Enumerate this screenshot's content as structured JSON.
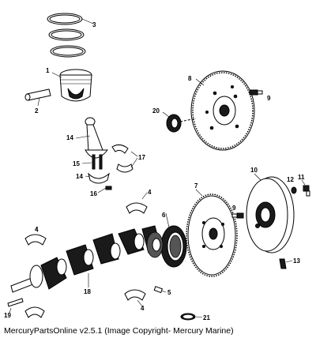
{
  "caption": "MercuryPartsOnline v2.5.1 (Image Copyright- Mercury Marine)",
  "callouts": {
    "c1": "1",
    "c2": "2",
    "c3": "3",
    "c4a": "4",
    "c4b": "4",
    "c4c": "4",
    "c5": "5",
    "c6": "6",
    "c7": "7",
    "c8": "8",
    "c9a": "9",
    "c9b": "9",
    "c10": "10",
    "c11": "11",
    "c12": "12",
    "c13": "13",
    "c14a": "14",
    "c14b": "14",
    "c15": "15",
    "c16": "16",
    "c17": "17",
    "c18": "18",
    "c19": "19",
    "c20": "20",
    "c21": "21"
  },
  "icons": [
    "piston-rings",
    "piston",
    "piston-pin",
    "connecting-rod",
    "bearing-shell",
    "crankshaft",
    "flywheel",
    "flexplate",
    "ring-gear",
    "seal",
    "bolt",
    "dowel-pin"
  ]
}
